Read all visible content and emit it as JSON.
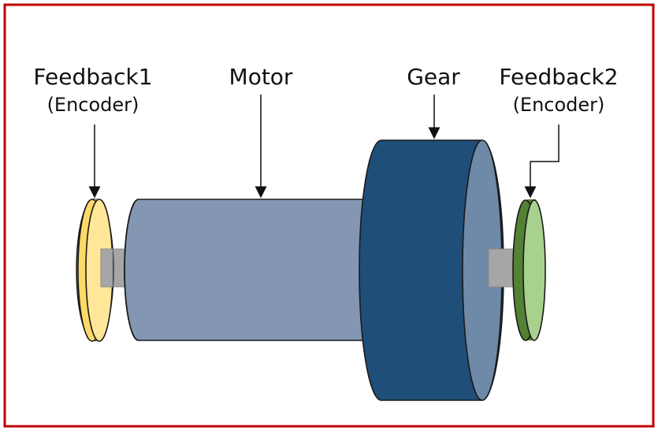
{
  "labels": {
    "feedback1": "Feedback1",
    "feedback1_sub": "(Encoder)",
    "motor": "Motor",
    "gear": "Gear",
    "feedback2": "Feedback2",
    "feedback2_sub": "(Encoder)"
  },
  "colors": {
    "border": "#c00000",
    "feedback1": "#ffd966",
    "feedback1_face": "#ffe699",
    "motor": "#8397b3",
    "motor_top": "#7f95b0",
    "gear_body": "#1f4e79",
    "gear_face": "#6f8aa8",
    "shaft": "#a6a6a6",
    "feedback2": "#538135",
    "feedback2_face": "#a9d18e",
    "outline": "#1a1a1a"
  },
  "components": [
    {
      "name": "feedback1",
      "icon": "encoder-disc-icon"
    },
    {
      "name": "motor",
      "icon": "motor-cylinder-icon"
    },
    {
      "name": "gear",
      "icon": "gear-cylinder-icon"
    },
    {
      "name": "feedback2",
      "icon": "encoder-disc-icon"
    }
  ]
}
